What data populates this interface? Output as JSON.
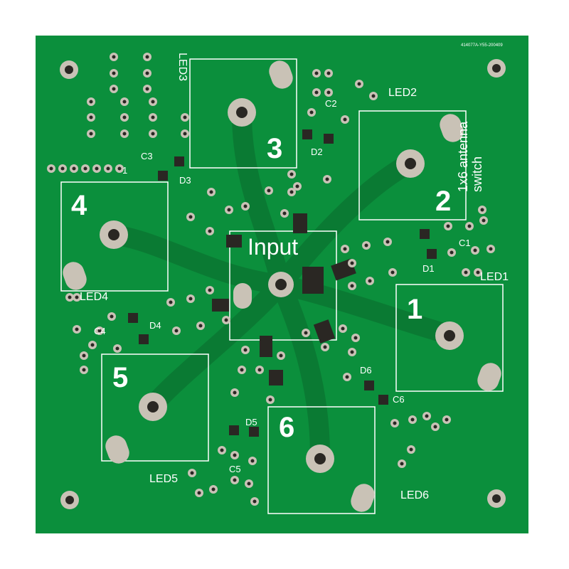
{
  "board": {
    "code": "414077A-Y55-200409",
    "title": "Input",
    "antenna_label_1": "1x6 antenna",
    "antenna_label_2": "switch",
    "port_numbers": [
      "1",
      "2",
      "3",
      "4",
      "5",
      "6"
    ],
    "capacitors": [
      "C1",
      "C2",
      "C3",
      "C4",
      "C5",
      "C6"
    ],
    "diodes": [
      "D1",
      "D2",
      "D3",
      "D4",
      "D5",
      "D6"
    ],
    "leds": [
      "LED1",
      "LED2",
      "LED3",
      "LED4",
      "LED5",
      "LED6"
    ],
    "header_pin_one": "1"
  },
  "colors": {
    "background": "#ffffff",
    "solder_mask": "#0b8f3c",
    "trace": "#0a7a33",
    "pad_copper": "#c9c2b6",
    "pad_dark": "#2a2723",
    "silkscreen": "#ffffff"
  }
}
